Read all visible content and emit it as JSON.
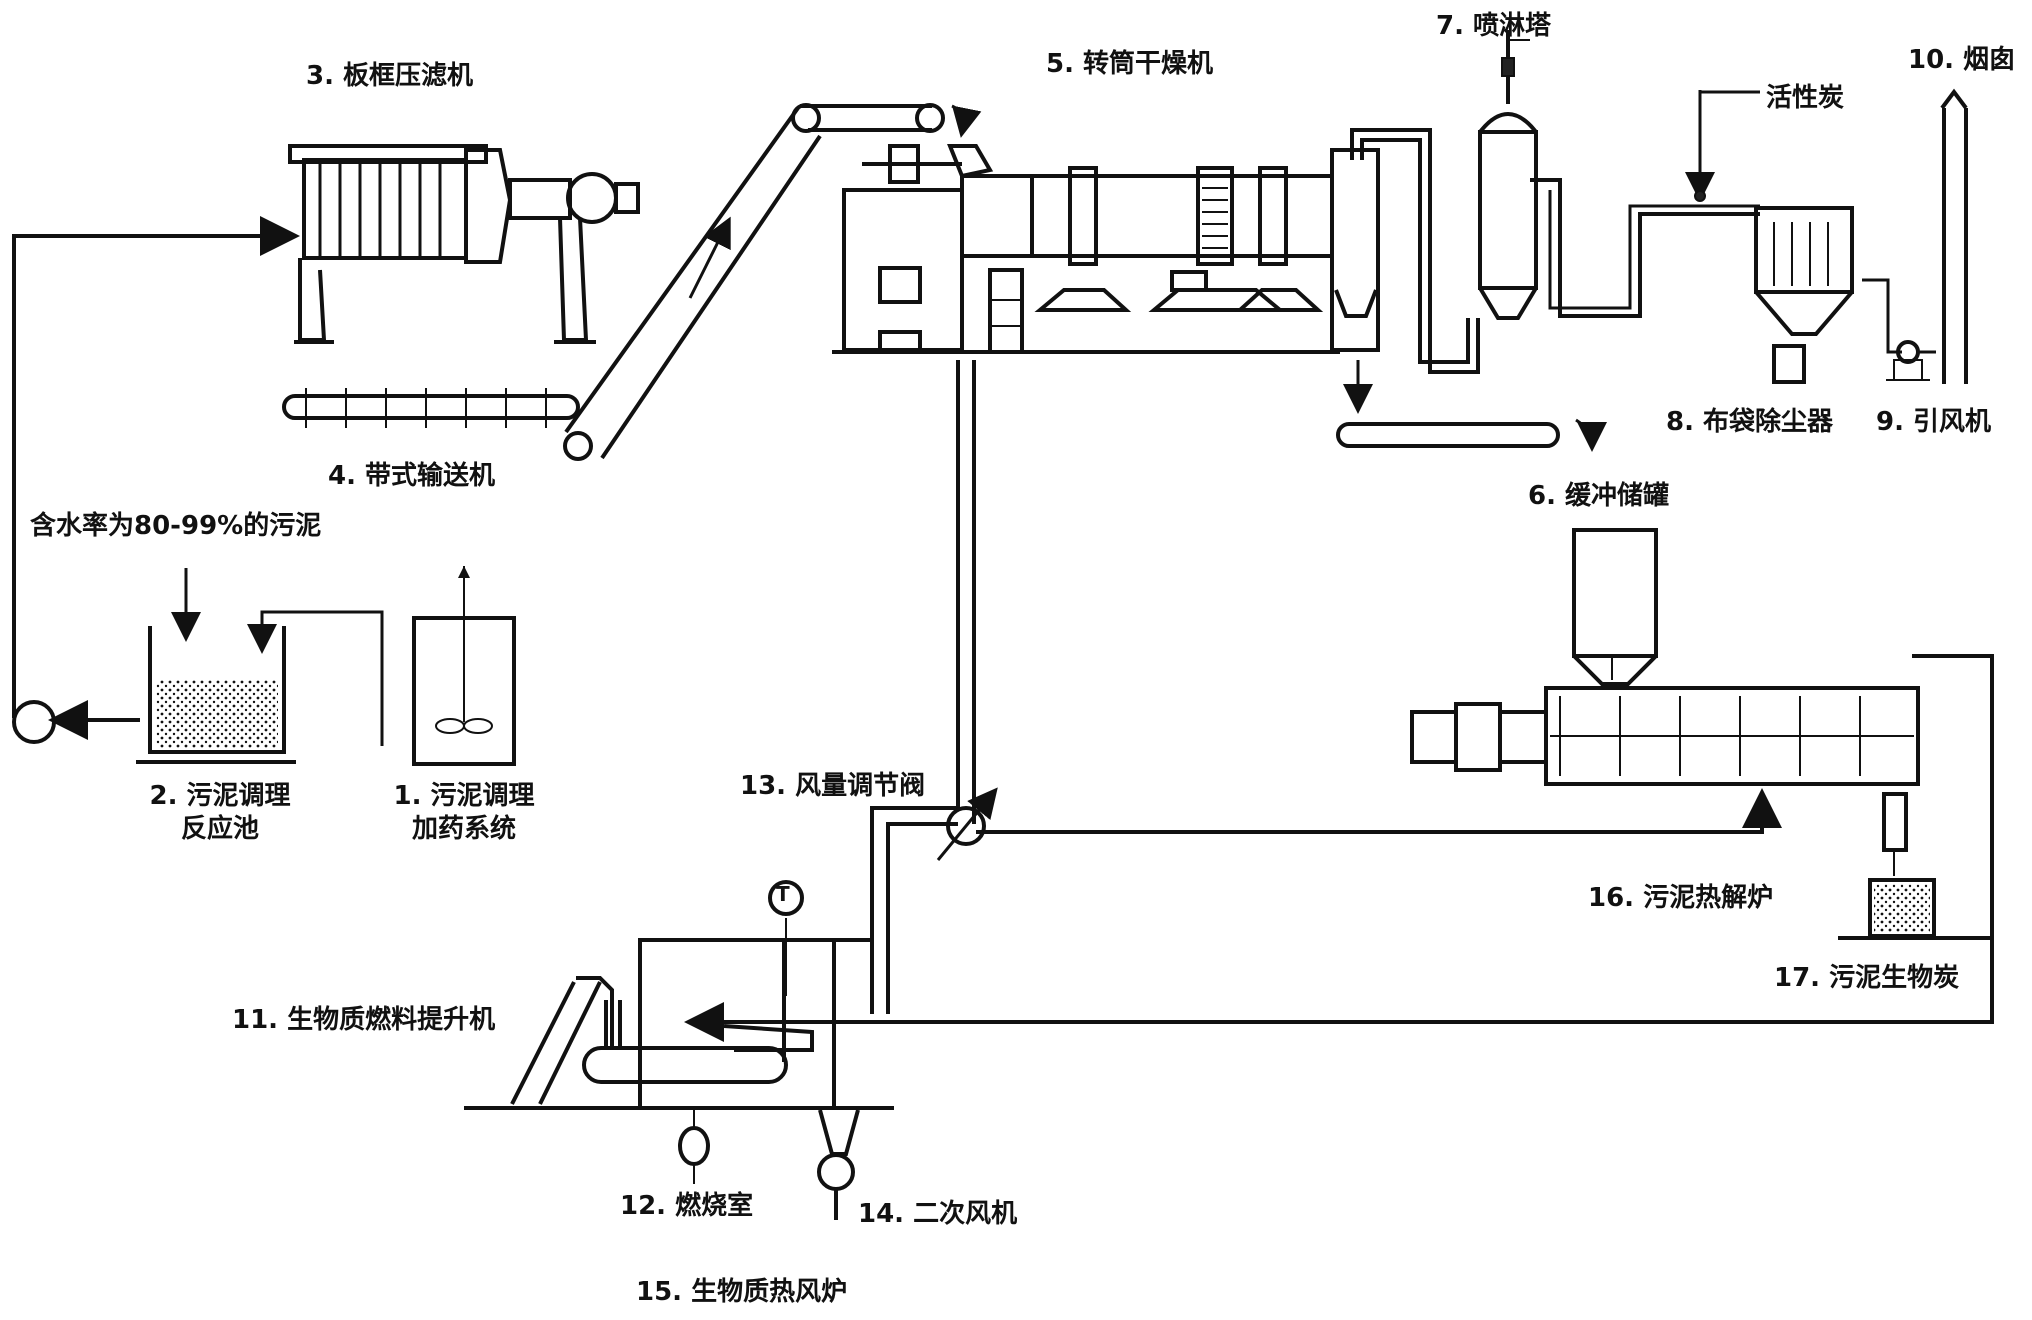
{
  "labels": {
    "l3": "3. 板框压滤机",
    "l4": "4. 带式输送机",
    "l5": "5. 转筒干燥机",
    "l6": "6. 缓冲储罐",
    "l7": "7. 喷淋塔",
    "l8": "8. 布袋除尘器",
    "l9": "9. 引风机",
    "l10": "10. 烟囱",
    "activated_carbon": "活性炭",
    "sludge_input": "含水率为80-99%的污泥",
    "l2_line1": "2. 污泥调理",
    "l2_line2": "反应池",
    "l1_line1": "1. 污泥调理",
    "l1_line2": "加药系统",
    "l13": "13. 风量调节阀",
    "l16": "16. 污泥热解炉",
    "l17": "17. 污泥生物炭",
    "l11": "11. 生物质燃料提升机",
    "l12": "12. 燃烧室",
    "l14": "14. 二次风机",
    "l15": "15. 生物质热风炉",
    "thermometer": "T"
  },
  "colors": {
    "ink": "#111111",
    "background": "#ffffff"
  }
}
